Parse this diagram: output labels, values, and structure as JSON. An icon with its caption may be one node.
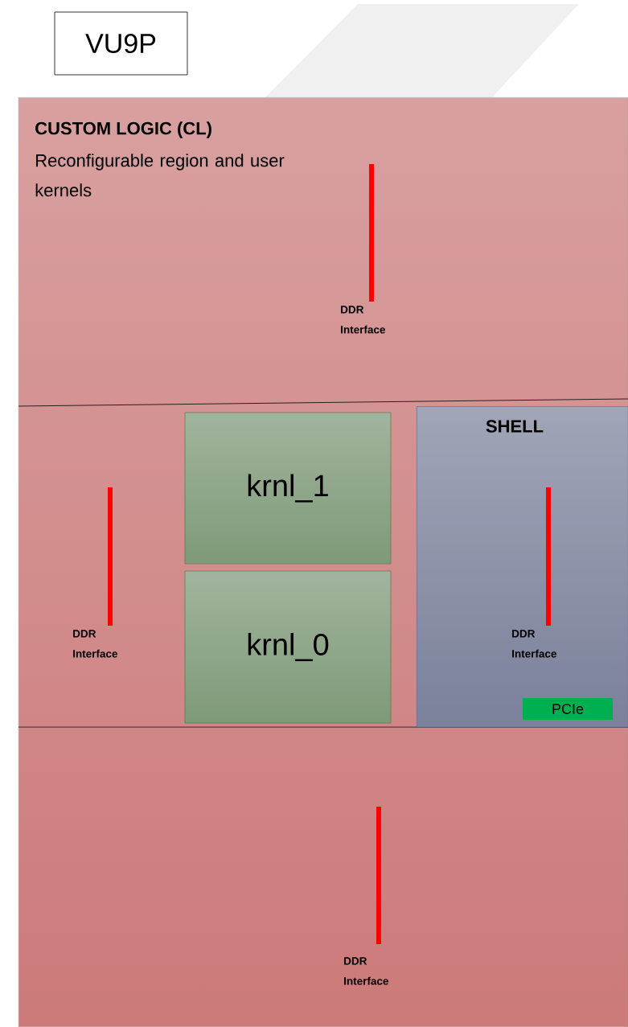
{
  "diagram": {
    "nodes": [
      {
        "text": [
          "VU9P"
        ]
      },
      {
        "text": [
          "CUSTOM LOGIC (CL)",
          "Reconfigurable region and user kernels"
        ]
      },
      {
        "text": [
          "krnl_1"
        ],
        "in": 1
      },
      {
        "text": [
          "krnl_0"
        ],
        "in": 1
      },
      {
        "text": [
          "SHELL"
        ],
        "in": 1
      },
      {
        "text": [
          "PCIe"
        ],
        "in": 4
      }
    ],
    "labels": [
      "DDR Interface",
      "DDR Interface",
      "DDR Interface",
      "DDR Interface"
    ]
  }
}
